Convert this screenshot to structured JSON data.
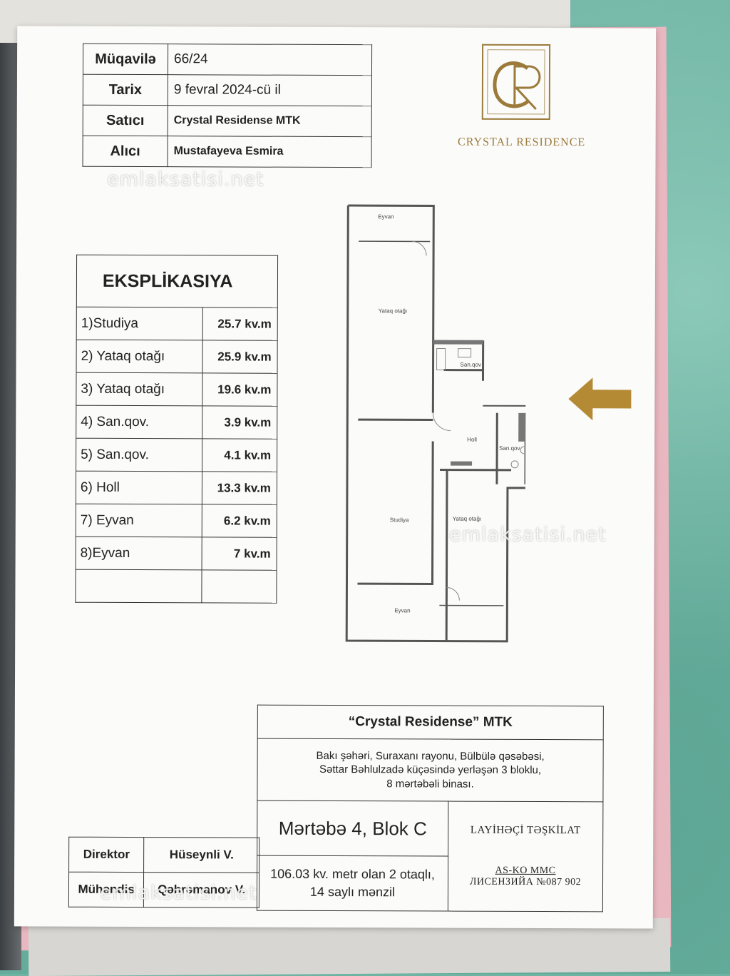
{
  "contract": {
    "rows": [
      {
        "label": "Müqavilə",
        "value": "66/24"
      },
      {
        "label": "Tarix",
        "value": "9 fevral 2024-cü il"
      },
      {
        "label": "Satıcı",
        "value": "Crystal Residense MTK"
      },
      {
        "label": "Alıcı",
        "value": "Mustafayeva Esmira"
      }
    ]
  },
  "logo": {
    "text": "CRYSTAL RESIDENCE",
    "monogram": "CR",
    "color": "#9b7a3a"
  },
  "explication": {
    "title": "EKSPLİKASIYA",
    "rows": [
      {
        "name": "1)Studiya",
        "area": "25.7 kv.m"
      },
      {
        "name": "2) Yataq otağı",
        "area": "25.9 kv.m"
      },
      {
        "name": "3) Yataq otağı",
        "area": "19.6 kv.m"
      },
      {
        "name": "4) San.qov.",
        "area": "3.9  kv.m"
      },
      {
        "name": "5) San.qov.",
        "area": "4.1  kv.m"
      },
      {
        "name": "6) Holl",
        "area": "13.3  kv.m"
      },
      {
        "name": "7)  Eyvan",
        "area": "6.2  kv.m"
      },
      {
        "name": "8)Eyvan",
        "area": "7 kv.m"
      }
    ]
  },
  "plan_labels": {
    "eyvan_top": "Eyvan",
    "yataq_1": "Yataq otağı",
    "san_1": "San.qov",
    "holl": "Holl",
    "san_2": "San.qov",
    "studiya": "Studiya",
    "yataq_2": "Yataq otağı",
    "eyvan_bottom": "Eyvan"
  },
  "stamp": {
    "firm": "“Crystal Residense” MTK",
    "address": [
      "Bakı şəhəri, Suraxanı rayonu, Bülbülə qəsəbəsi,",
      "Səttar Bəhlulzadə küçəsində yerləşən 3 bloklu,",
      "8 mərtəbəli binası."
    ],
    "floor": "Mərtəbə 4, Blok C",
    "org_title": "LAYİHƏÇİ TƏŞKİLAT",
    "size": [
      "106.03 kv. metr olan 2 otaqlı,",
      "14 saylı mənzil"
    ],
    "org_name": "AS-KO MMC",
    "license": "ЛИСЕНЗИЙА  №087  902"
  },
  "signatures": [
    {
      "role": "Direktor",
      "name": "Hüseynli V."
    },
    {
      "role": "Mühəndis",
      "name": "Qəhrəmanov V."
    }
  ],
  "watermark": "emlaksatisi.net",
  "colors": {
    "gold": "#9b7a3a",
    "arrow": "#b48a35"
  }
}
